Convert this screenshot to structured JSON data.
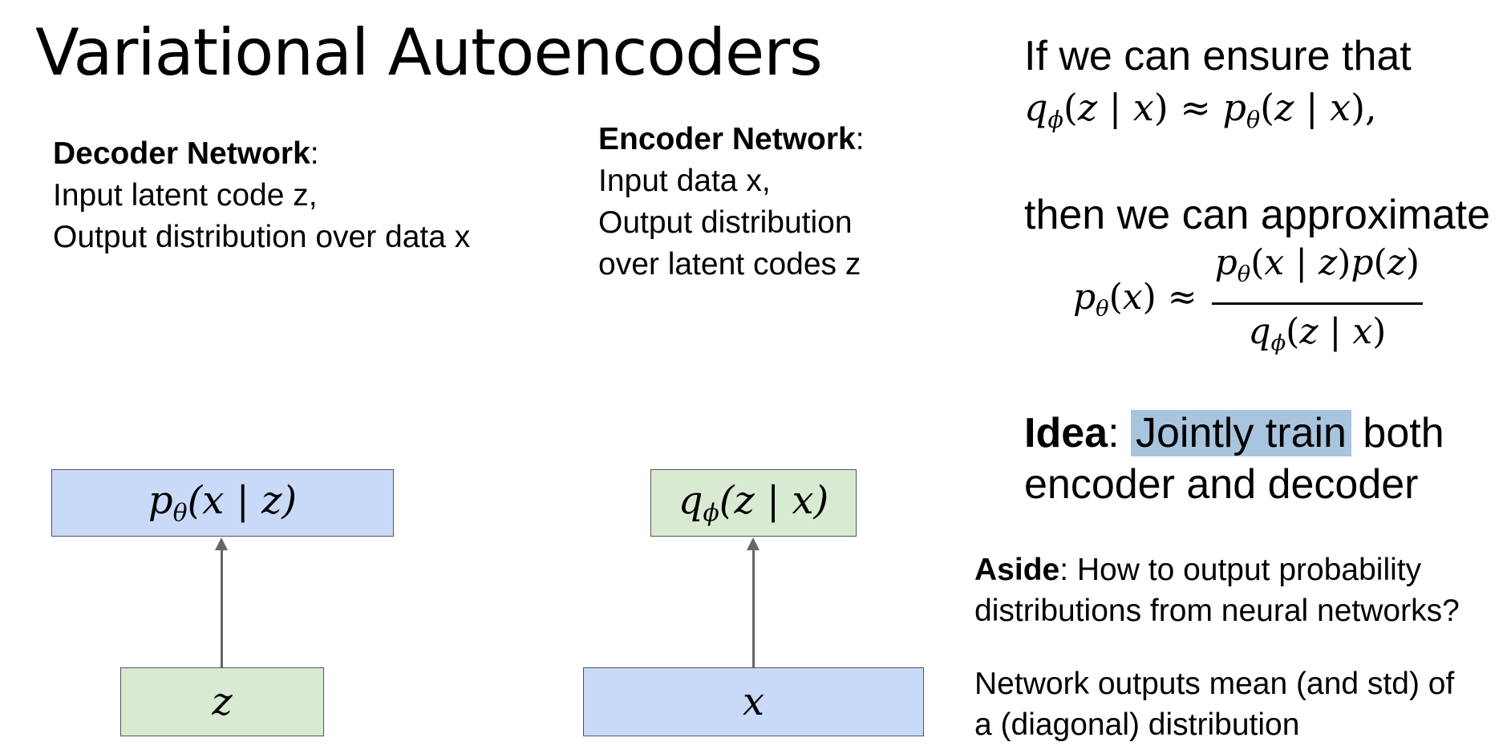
{
  "title": "Variational Autoencoders",
  "decoder": {
    "heading": "Decoder Network",
    "line1": "Input latent code z,",
    "line2": "Output distribution over data x"
  },
  "encoder": {
    "heading": "Encoder Network",
    "line1": "Input data x,",
    "line2": "Output distribution",
    "line3": "over latent codes z"
  },
  "diagram": {
    "decoder_output": "pθ(x | z)",
    "decoder_input": "z",
    "encoder_output": "qϕ(z | x)",
    "encoder_input": "x",
    "colors": {
      "blue_box": "#c9daf8",
      "green_box": "#d9ead3",
      "arrow": "#666666"
    }
  },
  "right": {
    "ensure_text": "If we can ensure that",
    "approx_text": "then we can approximate",
    "idea_label": "Idea",
    "idea_highlight": "Jointly train",
    "idea_rest1": "both",
    "idea_rest2": "encoder and decoder",
    "highlight_color": "#a9c4de",
    "aside_label": "Aside",
    "aside_line1": ": How to output probability",
    "aside_line2": "distributions from neural networks?",
    "network_line1": "Network outputs mean (and std) of",
    "network_line2": "a (diagonal) distribution"
  },
  "equations": {
    "eq1": "qϕ(z | x) ≈ pθ(z | x),",
    "eq2": "pθ(x) ≈ pθ(x | z)p(z) / qϕ(z | x)"
  }
}
